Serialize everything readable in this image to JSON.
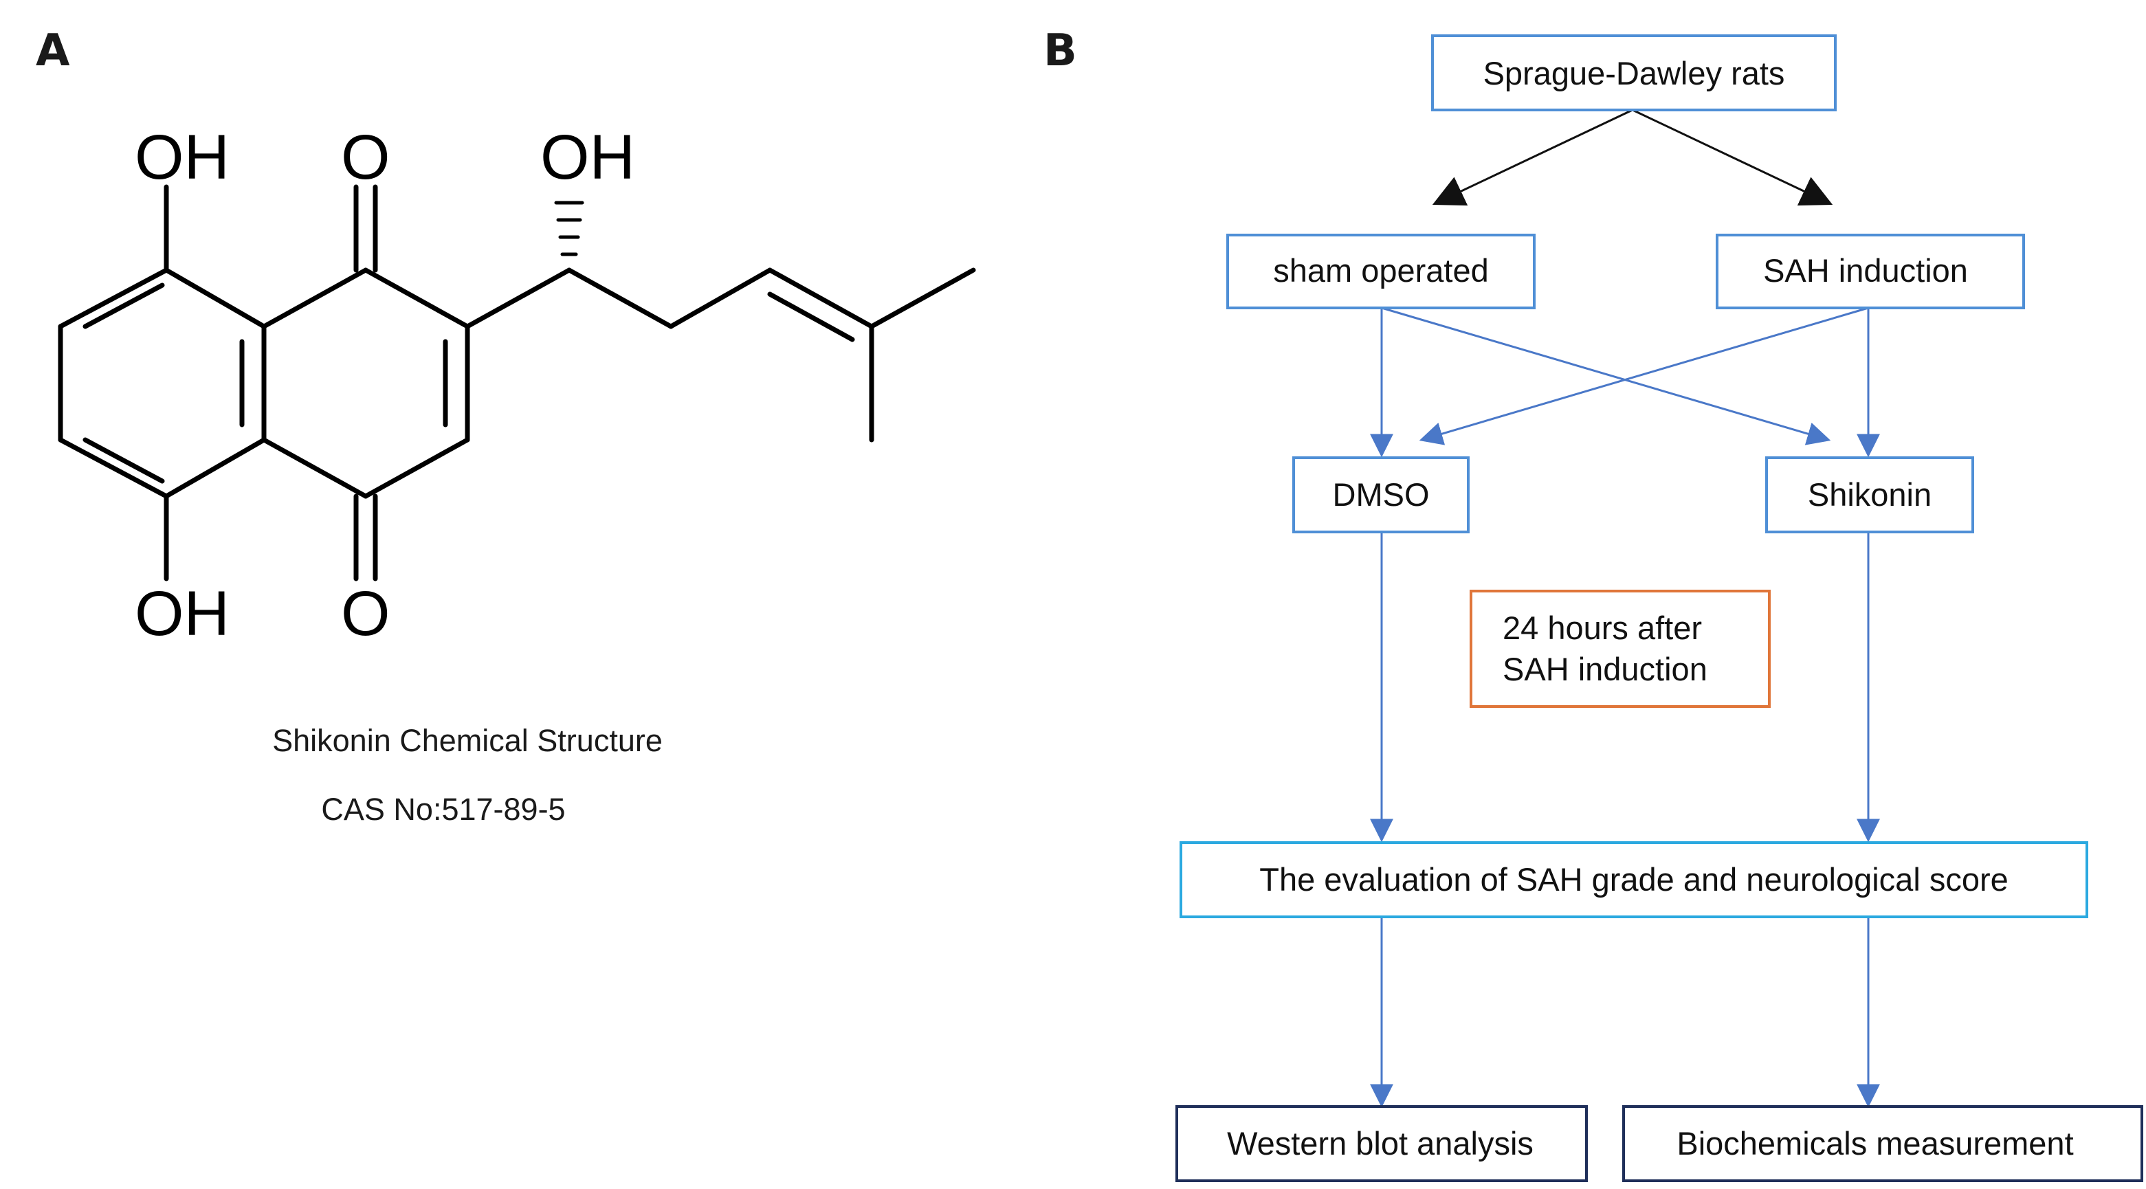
{
  "panels": {
    "a_label": "A",
    "b_label": "B"
  },
  "structure": {
    "atoms": {
      "oh_top_left": "OH",
      "o_top": "O",
      "oh_side_chain": "OH",
      "oh_bottom_left": "OH",
      "o_bottom": "O"
    },
    "caption_name": "Shikonin Chemical Structure",
    "caption_cas": "CAS No:517-89-5"
  },
  "flowchart": {
    "nodes": {
      "root": "Sprague-Dawley rats",
      "sham": "sham operated",
      "sah": "SAH induction",
      "dmso": "DMSO",
      "shikonin": "Shikonin",
      "note_line1": "24 hours after",
      "note_line2": "SAH induction",
      "evaluation": "The evaluation of SAH grade and neurological score",
      "western": "Western blot analysis",
      "biochem": "Biochemicals measurement"
    },
    "edges": [
      {
        "from": "root",
        "to": "sham"
      },
      {
        "from": "root",
        "to": "sah"
      },
      {
        "from": "sham",
        "to": "dmso"
      },
      {
        "from": "sham",
        "to": "shikonin"
      },
      {
        "from": "sah",
        "to": "dmso"
      },
      {
        "from": "sah",
        "to": "shikonin"
      },
      {
        "from": "dmso",
        "to": "evaluation"
      },
      {
        "from": "shikonin",
        "to": "evaluation"
      },
      {
        "from": "evaluation",
        "to": "western"
      },
      {
        "from": "evaluation",
        "to": "biochem"
      }
    ],
    "colors": {
      "process_box": "#4f8fd6",
      "evaluation_box": "#2ba9e0",
      "output_box": "#1f2f5a",
      "note_box": "#e0763a",
      "arrow_blue": "#4a78c8",
      "arrow_black": "#111111"
    }
  }
}
